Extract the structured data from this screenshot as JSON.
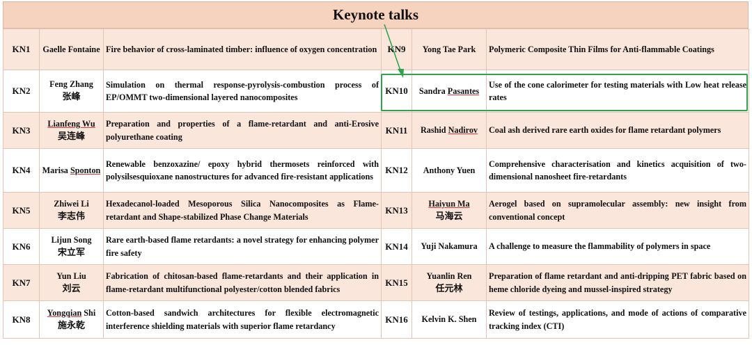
{
  "title": "Keynote talks",
  "colors": {
    "header_bg": "#f6d3bf",
    "alt_row_bg": "#fbe6dc",
    "highlight": "#2ea44f"
  },
  "rows": [
    {
      "left": {
        "id": "KN1",
        "name": "Gaelle Fontaine",
        "zh": "",
        "talk": "Fire behavior of cross-laminated timber: influence of oxygen concentration"
      },
      "right": {
        "id": "KN9",
        "name": "Yong Tae Park",
        "zh": "",
        "talk": "Polymeric Composite Thin Films for Anti-flammable Coatings"
      }
    },
    {
      "left": {
        "id": "KN2",
        "name": "Feng Zhang",
        "zh": "张峰",
        "talk": "Simulation on thermal response-pyrolysis-combustion process of EP/OMMT two-dimensional layered nanocomposites"
      },
      "right": {
        "id": "KN10",
        "name": "Sandra Pasantes",
        "zh": "",
        "talk": "Use of the cone calorimeter for testing materials with Low heat release rates"
      }
    },
    {
      "left": {
        "id": "KN3",
        "name": "Lianfeng Wu",
        "zh": "吴连峰",
        "talk": "Preparation and properties of a flame-retardant and anti-Erosive polyurethane coating"
      },
      "right": {
        "id": "KN11",
        "name": "Rashid Nadirov",
        "zh": "",
        "talk": "Coal ash derived rare earth oxides for flame retardant polymers"
      }
    },
    {
      "left": {
        "id": "KN4",
        "name": "Marisa Sponton",
        "zh": "",
        "talk": "Renewable benzoxazine/ epoxy hybrid thermosets reinforced with polysilsesquioxane nanostructures for advanced fire-resistant applications"
      },
      "right": {
        "id": "KN12",
        "name": "Anthony Yuen",
        "zh": "",
        "talk": "Comprehensive characterisation and kinetics acquisition of two-dimensional nanosheet fire-retardants"
      }
    },
    {
      "left": {
        "id": "KN5",
        "name": "Zhiwei Li",
        "zh": "李志伟",
        "talk": "Hexadecanol-loaded Mesoporous Silica Nanocomposites as Flame-retardant and Shape-stabilized Phase Change Materials"
      },
      "right": {
        "id": "KN13",
        "name": "Haiyun Ma",
        "zh": "马海云",
        "talk": "Aerogel based on supramolecular assembly: new insight from conventional concept"
      }
    },
    {
      "left": {
        "id": "KN6",
        "name": "Lijun Song",
        "zh": "宋立军",
        "talk": "Rare earth-based flame retardants: a novel strategy for enhancing polymer fire safety"
      },
      "right": {
        "id": "KN14",
        "name": "Yuji Nakamura",
        "zh": "",
        "talk": "A challenge to measure the flammability of polymers in space"
      }
    },
    {
      "left": {
        "id": "KN7",
        "name": "Yun Liu",
        "zh": "刘云",
        "talk": "Fabrication of chitosan-based flame-retardants and their application in flame-retardant multifunctional polyester/cotton blended fabrics"
      },
      "right": {
        "id": "KN15",
        "name": "Yuanlin Ren",
        "zh": "任元林",
        "talk": "Preparation of flame retardant and anti-dripping PET fabric based on heme chloride dyeing and mussel-inspired strategy"
      }
    },
    {
      "left": {
        "id": "KN8",
        "name": "Yongqian Shi",
        "zh": "施永乾",
        "talk": "Cotton-based sandwich architectures for flexible electromagnetic interference shielding materials with superior flame retardancy"
      },
      "right": {
        "id": "KN16",
        "name": "Kelvin K. Shen",
        "zh": "",
        "talk": "Review of testings, applications, and mode of actions of comparative tracking index (CTI)"
      }
    }
  ]
}
